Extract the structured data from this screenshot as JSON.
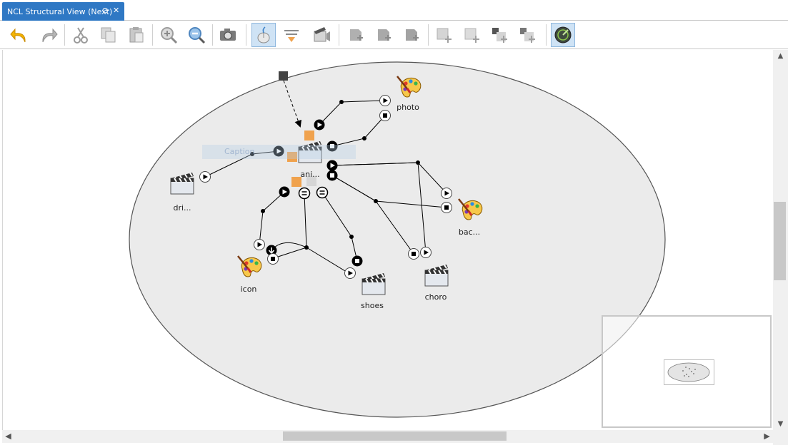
{
  "tab": {
    "title": "NCL Structural View (Next)",
    "restore_glyph": "⟳",
    "close_glyph": "✕"
  },
  "toolbar": {
    "buttons": [
      {
        "name": "undo-button",
        "icon": "undo-icon"
      },
      {
        "name": "redo-button",
        "icon": "redo-icon"
      },
      {
        "name": "cut-button",
        "icon": "scissors-icon"
      },
      {
        "name": "copy-button",
        "icon": "copy-icon"
      },
      {
        "name": "paste-button",
        "icon": "paste-icon"
      },
      {
        "name": "zoom-in-button",
        "icon": "zoom-in-icon"
      },
      {
        "name": "zoom-out-button",
        "icon": "zoom-out-icon"
      },
      {
        "name": "snapshot-button",
        "icon": "camera-icon"
      },
      {
        "name": "pointer-mode-button",
        "icon": "mouse-icon",
        "active": true
      },
      {
        "name": "link-mode-button",
        "icon": "link-icon"
      },
      {
        "name": "media-button",
        "icon": "media-icon"
      },
      {
        "name": "add-body-button",
        "icon": "add-body-icon"
      },
      {
        "name": "add-context-button",
        "icon": "add-context-icon"
      },
      {
        "name": "add-switch-button",
        "icon": "add-switch-icon"
      },
      {
        "name": "add-area-button",
        "icon": "add-area-icon"
      },
      {
        "name": "add-property-button",
        "icon": "add-property-icon"
      },
      {
        "name": "add-port-button",
        "icon": "add-port-icon"
      },
      {
        "name": "add-mapping-button",
        "icon": "add-mapping-icon"
      },
      {
        "name": "minimap-toggle-button",
        "icon": "minimap-icon",
        "active": true
      }
    ]
  },
  "canvas": {
    "caption_ghost": "Caption",
    "nodes": {
      "photo": "photo",
      "ani": "ani...",
      "dri": "dri...",
      "bac": "bac...",
      "icon": "icon",
      "shoes": "shoes",
      "choro": "choro"
    },
    "colors": {
      "context_fill": "#ebebeb",
      "context_stroke": "#555555",
      "port_orange": "#f0a24d",
      "port_grey": "#d6d6d6",
      "link": "#000000"
    }
  },
  "scrollbars": {
    "up": "▲",
    "down": "▼",
    "left": "◀",
    "right": "▶"
  }
}
